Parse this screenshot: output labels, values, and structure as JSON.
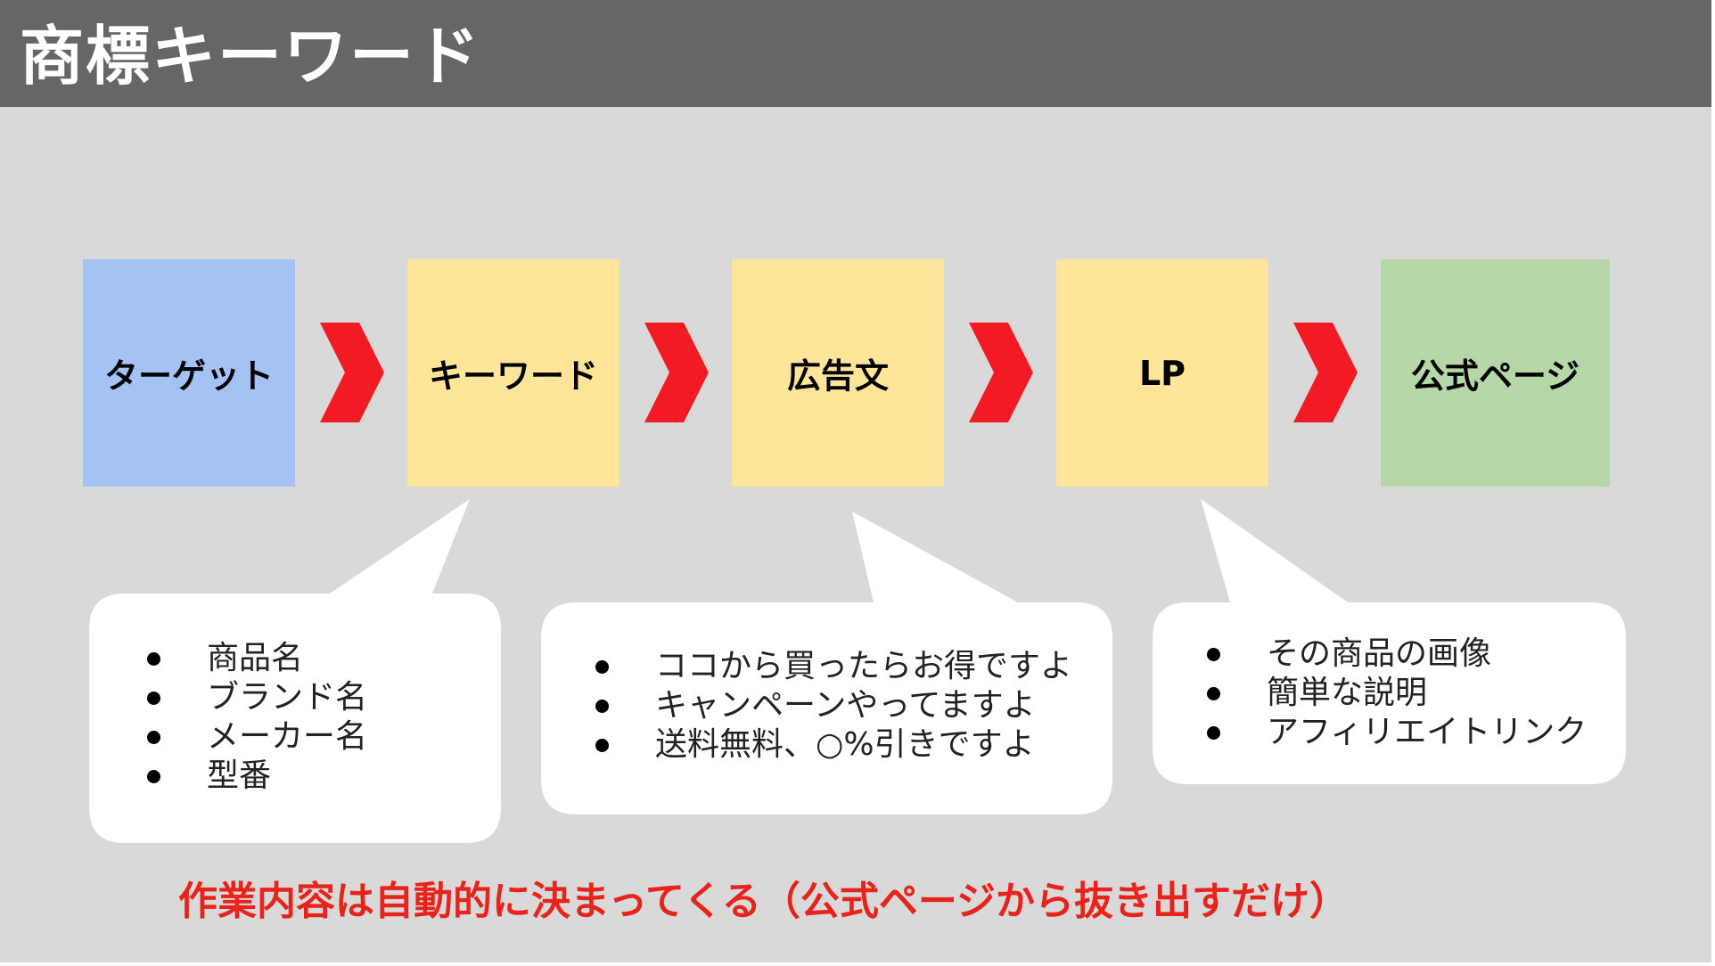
{
  "header": {
    "title": "商標キーワード"
  },
  "flow": {
    "steps": [
      {
        "label": "ターゲット",
        "color": "#a4c2f4"
      },
      {
        "label": "キーワード",
        "color": "#ffe599"
      },
      {
        "label": "広告文",
        "color": "#ffe599"
      },
      {
        "label": "LP",
        "color": "#ffe599"
      },
      {
        "label": "公式ページ",
        "color": "#b6d7a8"
      }
    ],
    "arrow_color": "#f21b24"
  },
  "callouts": [
    {
      "items": [
        "商品名",
        "ブランド名",
        "メーカー名",
        "型番"
      ]
    },
    {
      "items": [
        "ココから買ったらお得ですよ",
        "キャンペーンやってますよ",
        "送料無料、○%引きですよ"
      ]
    },
    {
      "items": [
        "その商品の画像",
        "簡単な説明",
        "アフィリエイトリンク"
      ]
    }
  ],
  "footer": {
    "note": "作業内容は自動的に決まってくる（公式ページから抜き出すだけ）"
  }
}
